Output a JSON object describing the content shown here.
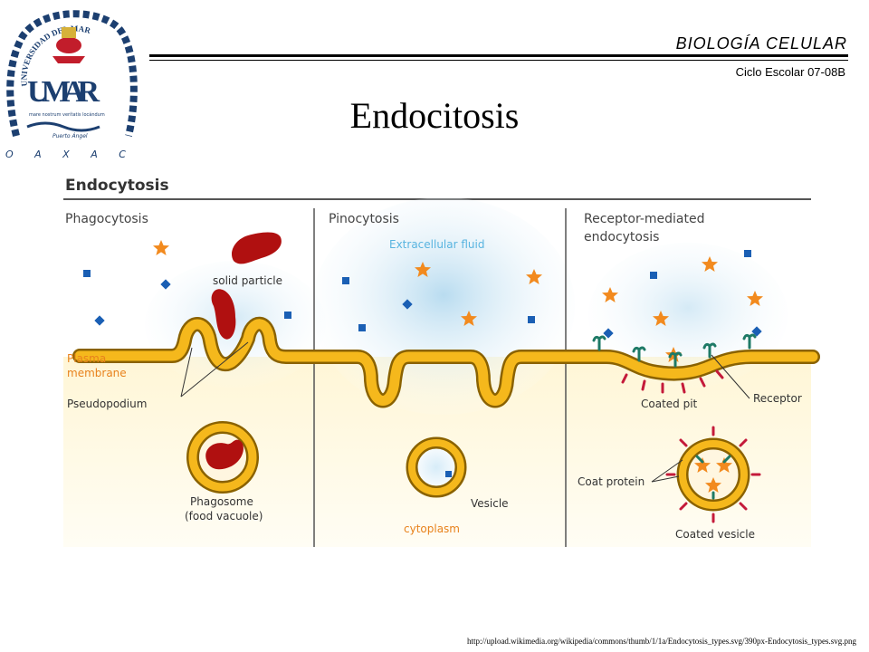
{
  "header": {
    "course": "BIOLOGÍA CELULAR",
    "cycle": "Ciclo Escolar 07-08B",
    "title": "Endocitosis"
  },
  "logo": {
    "arc_text": "UNIVERSIDAD DEL MAR",
    "initials": "UMAR",
    "motto": "mare nostrum verítatis locándum",
    "place": "Puerto Ángel",
    "state": "O A X A C A"
  },
  "diagram": {
    "heading": "Endocytosis",
    "sections": {
      "phago": "Phagocytosis",
      "pino": "Pinocytosis",
      "receptor_line1": "Receptor-mediated",
      "receptor_line2": "endocytosis"
    },
    "labels": {
      "solid_particle": "solid particle",
      "extracellular_fluid": "Extracellular fluid",
      "plasma_membrane_line1": "Plasma",
      "plasma_membrane_line2": "membrane",
      "pseudopodium": "Pseudopodium",
      "phagosome_line1": "Phagosome",
      "phagosome_line2": "(food vacuole)",
      "vesicle": "Vesicle",
      "cytoplasm": "cytoplasm",
      "coated_pit": "Coated pit",
      "receptor": "Receptor",
      "coat_protein": "Coat protein",
      "coated_vesicle": "Coated vesicle"
    },
    "colors": {
      "membrane_fill": "#f5b81c",
      "membrane_edge": "#8a6200",
      "particle": "#b01010",
      "star": "#f28a1e",
      "molecule": "#1a5fb4",
      "receptor": "#1e7a66",
      "coat": "#c41a3a",
      "label_orange": "#e8821c",
      "label_cyan": "#58b4e0"
    }
  },
  "source": "http://upload.wikimedia.org/wikipedia/commons/thumb/1/1a/Endocytosis_types.svg/390px-Endocytosis_types.svg.png"
}
